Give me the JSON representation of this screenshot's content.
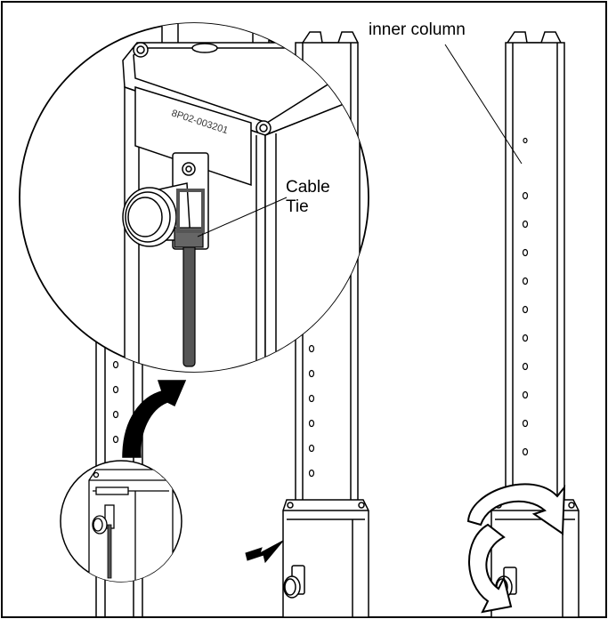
{
  "diagram": {
    "labels": {
      "inner_column": "inner column",
      "cable_tie_line1": "Cable",
      "cable_tie_line2": "Tie"
    },
    "plate_text": "8P02-003201"
  },
  "colors": {
    "line": "#000000",
    "background": "#ffffff",
    "arrow": "#000000",
    "tie": "#555555"
  }
}
